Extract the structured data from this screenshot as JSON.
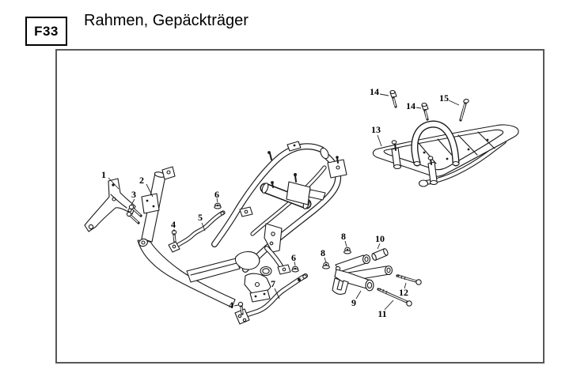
{
  "header": {
    "code": "F33",
    "title": "Rahmen, Gepäckträger"
  },
  "colors": {
    "ink": "#1a1a1a",
    "panel_border": "#58585a",
    "background": "#ffffff"
  },
  "diagram": {
    "type": "exploded-parts-diagram",
    "callouts": [
      {
        "label": "1"
      },
      {
        "label": "2"
      },
      {
        "label": "3"
      },
      {
        "label": "4"
      },
      {
        "label": "5"
      },
      {
        "label": "6"
      },
      {
        "label": "6"
      },
      {
        "label": "7"
      },
      {
        "label": "4"
      },
      {
        "label": "8"
      },
      {
        "label": "8"
      },
      {
        "label": "9"
      },
      {
        "label": "10"
      },
      {
        "label": "11"
      },
      {
        "label": "12"
      },
      {
        "label": "13"
      },
      {
        "label": "14"
      },
      {
        "label": "14"
      },
      {
        "label": "15"
      }
    ]
  }
}
